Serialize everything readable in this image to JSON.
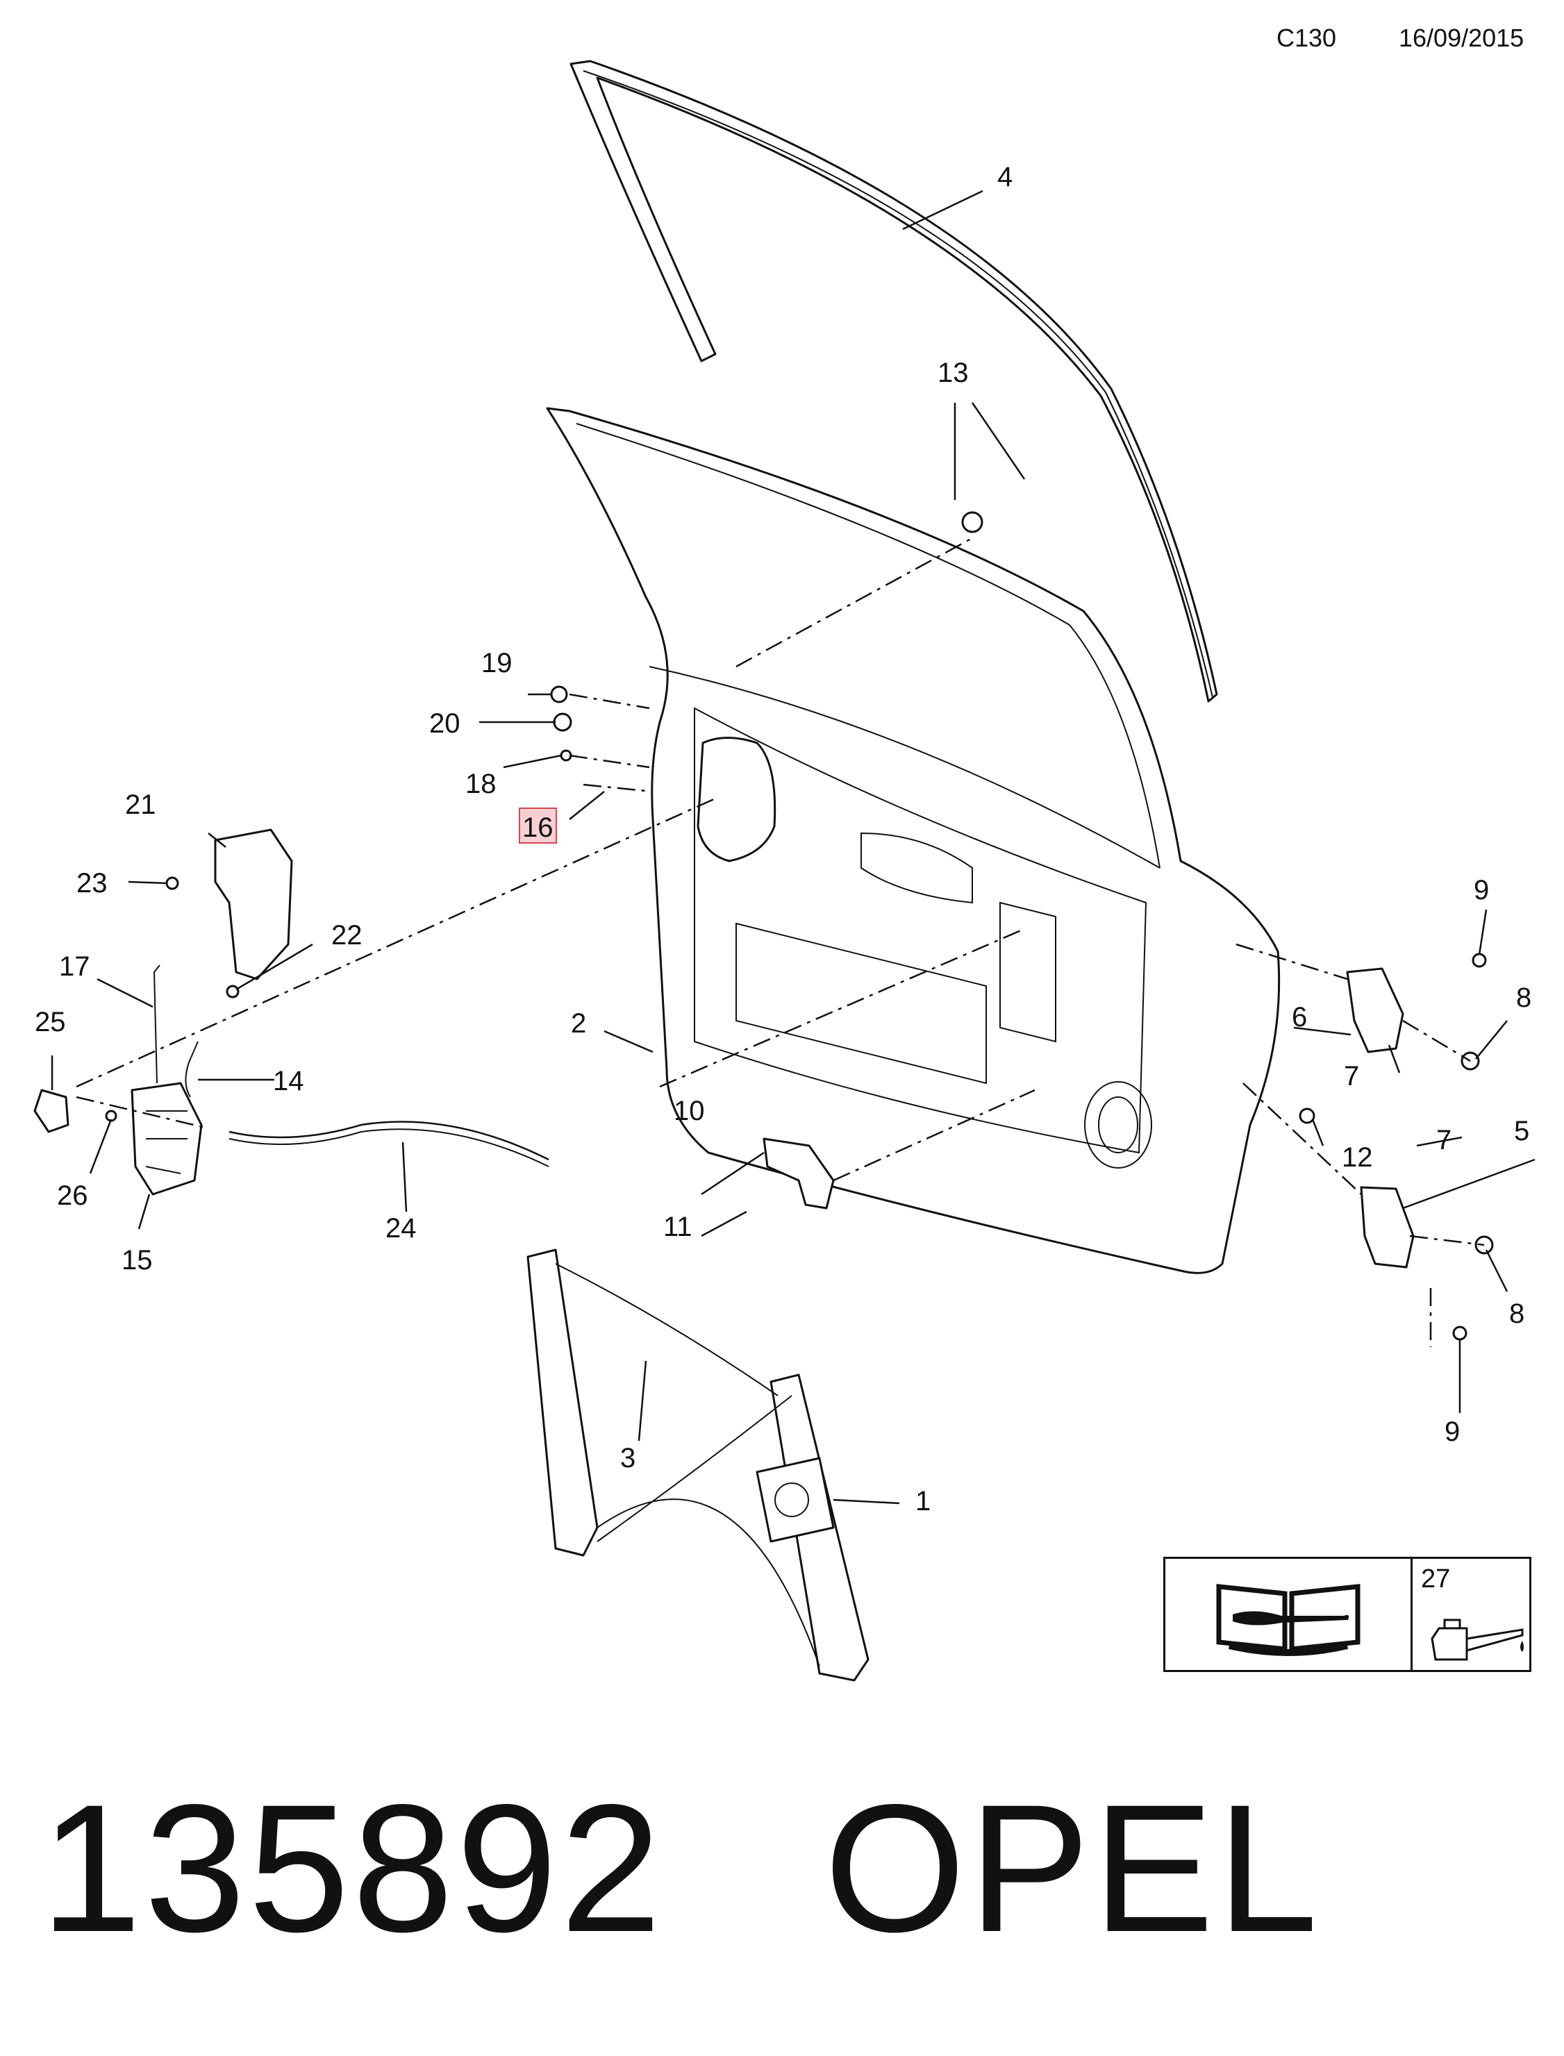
{
  "header": {
    "code": "C130",
    "date": "16/09/2015"
  },
  "footer": {
    "part_number": "135892",
    "brand": "OPEL"
  },
  "callouts": [
    {
      "id": "c1",
      "label": "1"
    },
    {
      "id": "c2",
      "label": "2"
    },
    {
      "id": "c3",
      "label": "3"
    },
    {
      "id": "c4",
      "label": "4"
    },
    {
      "id": "c5",
      "label": "5"
    },
    {
      "id": "c6",
      "label": "6"
    },
    {
      "id": "c7a",
      "label": "7"
    },
    {
      "id": "c7b",
      "label": "7"
    },
    {
      "id": "c8a",
      "label": "8"
    },
    {
      "id": "c8b",
      "label": "8"
    },
    {
      "id": "c9a",
      "label": "9"
    },
    {
      "id": "c9b",
      "label": "9"
    },
    {
      "id": "c10",
      "label": "10"
    },
    {
      "id": "c11",
      "label": "11"
    },
    {
      "id": "c12",
      "label": "12"
    },
    {
      "id": "c13",
      "label": "13"
    },
    {
      "id": "c14",
      "label": "14"
    },
    {
      "id": "c15",
      "label": "15"
    },
    {
      "id": "c16",
      "label": "16",
      "highlighted": true
    },
    {
      "id": "c17",
      "label": "17"
    },
    {
      "id": "c18",
      "label": "18"
    },
    {
      "id": "c19",
      "label": "19"
    },
    {
      "id": "c20",
      "label": "20"
    },
    {
      "id": "c21",
      "label": "21"
    },
    {
      "id": "c22",
      "label": "22"
    },
    {
      "id": "c23",
      "label": "23"
    },
    {
      "id": "c24",
      "label": "24"
    },
    {
      "id": "c25",
      "label": "25"
    },
    {
      "id": "c26",
      "label": "26"
    }
  ],
  "legend": {
    "lubricant_number": "27",
    "manual_icon": "repair-manual-icon",
    "lubricant_icon": "oil-can-icon"
  },
  "colors": {
    "highlight_fill": "#f6d0d3",
    "highlight_stroke": "#d9454f"
  }
}
